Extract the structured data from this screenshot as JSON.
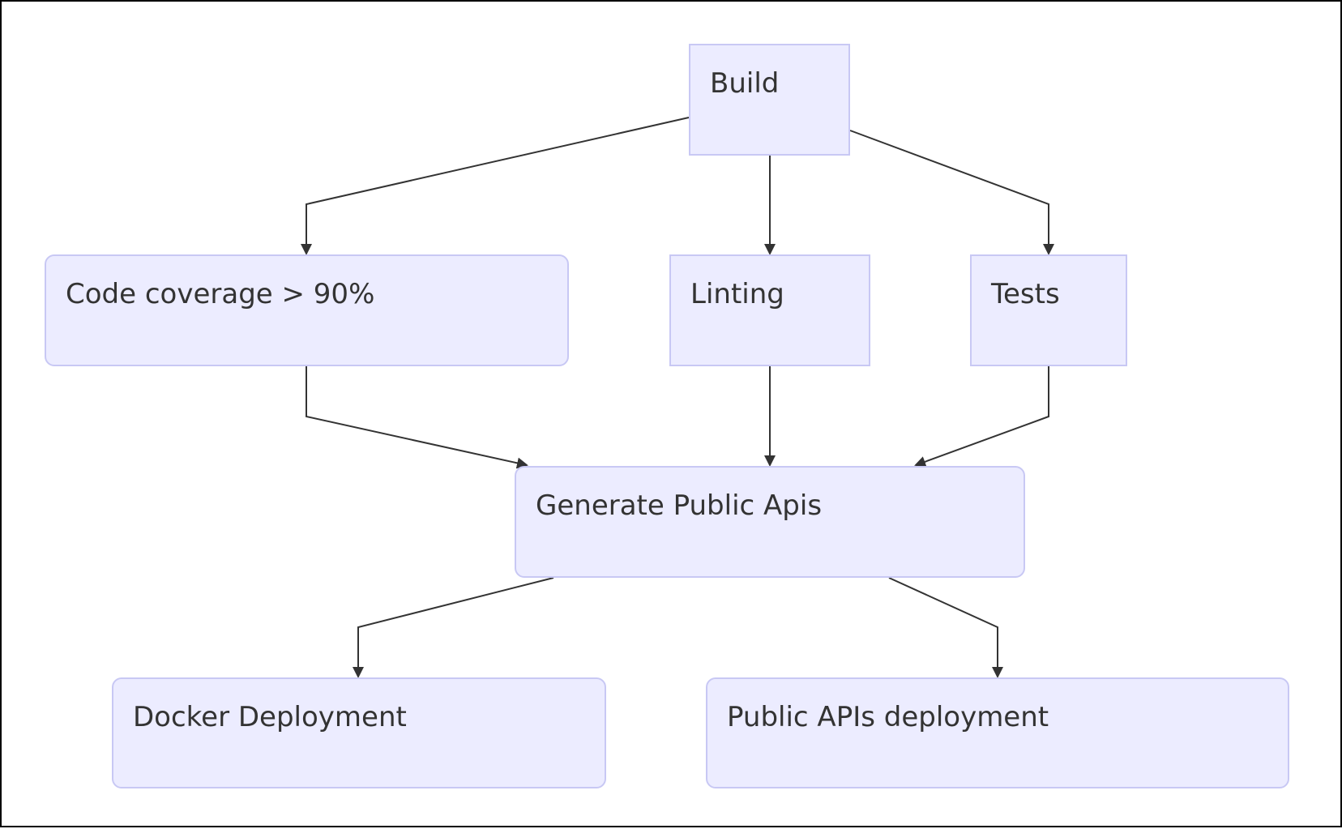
{
  "diagram": {
    "nodes": [
      {
        "id": "build",
        "label": "Build"
      },
      {
        "id": "coverage",
        "label": "Code coverage > 90%"
      },
      {
        "id": "linting",
        "label": "Linting"
      },
      {
        "id": "tests",
        "label": "Tests"
      },
      {
        "id": "generate",
        "label": "Generate Public Apis"
      },
      {
        "id": "docker",
        "label": "Docker Deployment"
      },
      {
        "id": "public_apis",
        "label": "Public APIs deployment"
      }
    ],
    "edges": [
      {
        "from": "build",
        "to": "coverage"
      },
      {
        "from": "build",
        "to": "linting"
      },
      {
        "from": "build",
        "to": "tests"
      },
      {
        "from": "coverage",
        "to": "generate"
      },
      {
        "from": "linting",
        "to": "generate"
      },
      {
        "from": "tests",
        "to": "generate"
      },
      {
        "from": "generate",
        "to": "docker"
      },
      {
        "from": "generate",
        "to": "public_apis"
      }
    ],
    "colors": {
      "node_fill": "#ececff",
      "node_border": "#c8c8f4",
      "text": "#333333",
      "edge": "#333333"
    }
  }
}
